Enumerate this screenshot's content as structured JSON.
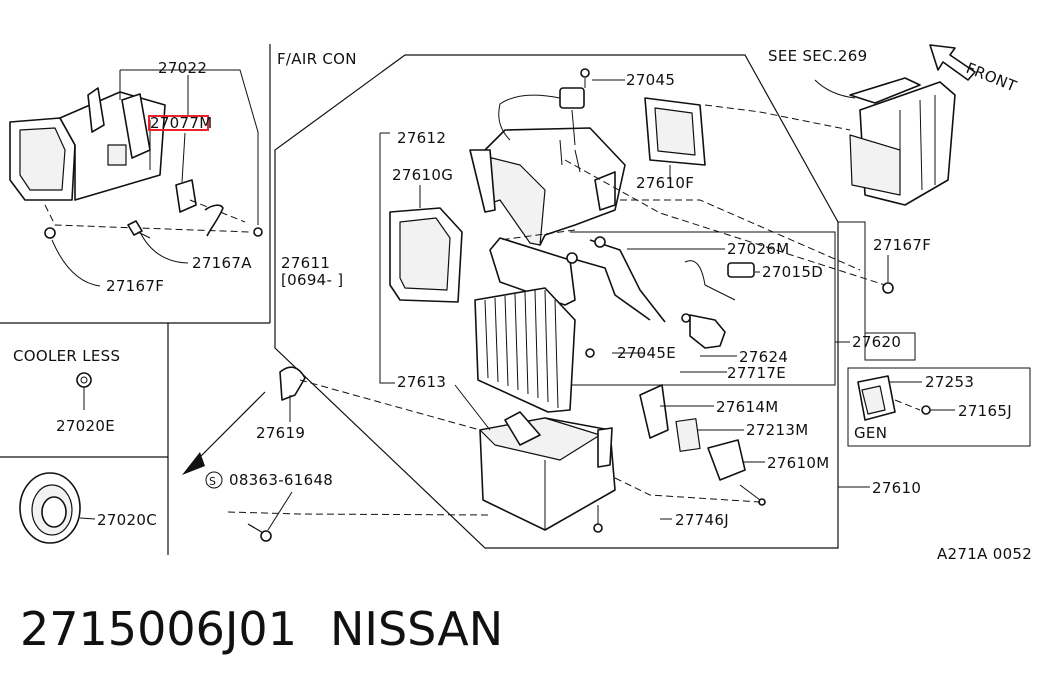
{
  "section_title": "F/AIR CON",
  "see_section": "SEE SEC.269",
  "front_label": "FRONT",
  "cooler_less": "COOLER LESS",
  "gen_label": "GEN",
  "code_note_line1": "27611",
  "code_note_line2": "[0694-   ]",
  "drawing_code": "A271A 0052",
  "footer": {
    "part_number": "2715006J01",
    "brand": "NISSAN"
  },
  "highlight_color": "#e8232a",
  "parts": {
    "p27022": "27022",
    "p27077M": "27077M",
    "p27167A": "27167A",
    "p27167F_left": "27167F",
    "p27020E": "27020E",
    "p27020C": "27020C",
    "p27045": "27045",
    "p27612": "27612",
    "p27610G": "27610G",
    "p27610F": "27610F",
    "p27026M": "27026M",
    "p27015D": "27015D",
    "p27167F_right": "27167F",
    "p27620": "27620",
    "p27045E": "27045E",
    "p27624": "27624",
    "p27717E": "27717E",
    "p27613": "27613",
    "p27619": "27619",
    "p08363": "08363-61648",
    "p27614M": "27614M",
    "p27213M": "27213M",
    "p27610M": "27610M",
    "p27610": "27610",
    "p27746J": "27746J",
    "p27253": "27253",
    "p27165J": "27165J"
  }
}
